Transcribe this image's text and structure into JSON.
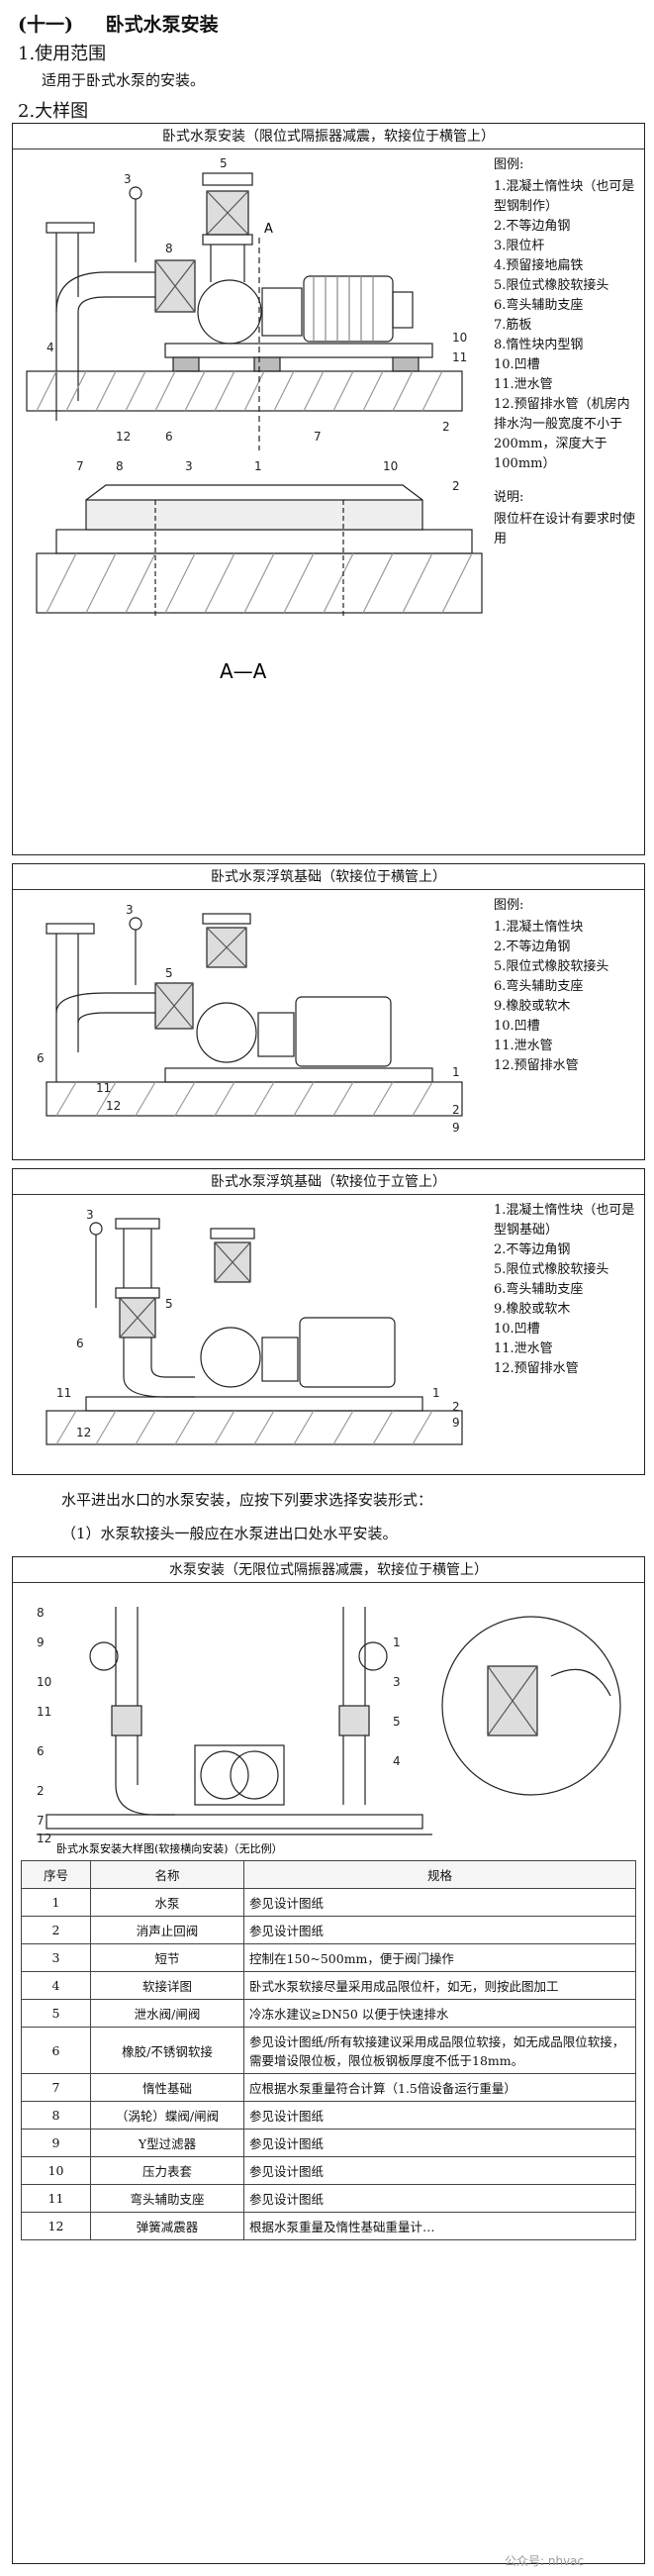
{
  "section": {
    "number": "(十一)",
    "title": "卧式水泵安装"
  },
  "scope": {
    "heading": "1.使用范围",
    "text": "适用于卧式水泵的安装。"
  },
  "detail": {
    "heading": "2.大样图"
  },
  "fig1": {
    "title": "卧式水泵安装（限位式隔振器减震，软接位于横管上）",
    "legend_title": "图例:",
    "legend": [
      "1.混凝土惰性块（也可是型钢制作）",
      "2.不等边角钢",
      "3.限位杆",
      "4.预留接地扁铁",
      "5.限位式橡胶软接头",
      "6.弯头辅助支座",
      "7.筋板",
      "8.惰性块内型钢",
      "10.凹槽",
      "11.泄水管",
      "12.预留排水管（机房内排水沟一般宽度不小于200mm，深度大于100mm）"
    ],
    "note_title": "说明:",
    "note": "限位杆在设计有要求时使用",
    "section_label": "A—A",
    "label_a": "A"
  },
  "fig2": {
    "title": "卧式水泵浮筑基础（软接位于横管上）",
    "legend_title": "图例:",
    "legend": [
      "1.混凝土惰性块",
      "2.不等边角钢",
      "5.限位式橡胶软接头",
      "6.弯头辅助支座",
      "9.橡胶或软木",
      "10.凹槽",
      "11.泄水管",
      "12.预留排水管"
    ]
  },
  "fig3": {
    "title": "卧式水泵浮筑基础（软接位于立管上）",
    "legend": [
      "1.混凝土惰性块（也可是型钢基础）",
      "2.不等边角钢",
      "5.限位式橡胶软接头",
      "6.弯头辅助支座",
      "9.橡胶或软木",
      "10.凹槽",
      "11.泄水管",
      "12.预留排水管"
    ]
  },
  "para1": "水平进出水口的水泵安装，应按下列要求选择安装形式：",
  "para2": "（1）水泵软接头一般应在水泵进出口处水平安装。",
  "fig4": {
    "title": "水泵安装（无限位式隔振器减震，软接位于横管上）",
    "caption": "卧式水泵安装大样图(软接横向安装)（无比例）"
  },
  "table": {
    "headers": [
      "序号",
      "名称",
      "规格"
    ],
    "rows": [
      [
        "1",
        "水泵",
        "参见设计图纸"
      ],
      [
        "2",
        "消声止回阀",
        "参见设计图纸"
      ],
      [
        "3",
        "短节",
        "控制在150~500mm，便于阀门操作"
      ],
      [
        "4",
        "软接详图",
        "卧式水泵软接尽量采用成品限位杆，如无，则按此图加工"
      ],
      [
        "5",
        "泄水阀/闸阀",
        "冷冻水建议≥DN50 以便于快速排水"
      ],
      [
        "6",
        "橡胶/不锈钢软接",
        "参见设计图纸/所有软接建议采用成品限位软接，如无成品限位软接，需要增设限位板，限位板钢板厚度不低于18mm。"
      ],
      [
        "7",
        "惰性基础",
        "应根据水泵重量符合计算（1.5倍设备运行重量）"
      ],
      [
        "8",
        "（涡轮）蝶阀/闸阀",
        "参见设计图纸"
      ],
      [
        "9",
        "Y型过滤器",
        "参见设计图纸"
      ],
      [
        "10",
        "压力表套",
        "参见设计图纸"
      ],
      [
        "11",
        "弯头辅助支座",
        "参见设计图纸"
      ],
      [
        "12",
        "弹簧减震器",
        "根据水泵重量及惰性基础重量计…"
      ]
    ]
  },
  "watermark": "公众号: nhvac"
}
